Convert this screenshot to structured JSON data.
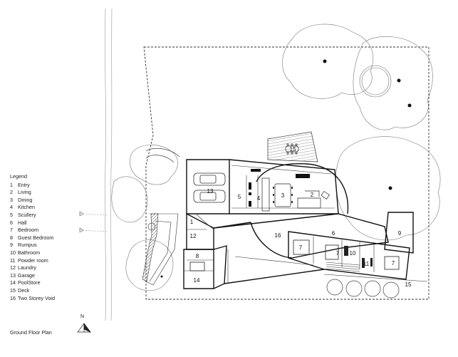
{
  "legend": {
    "title": "Legend",
    "items": [
      {
        "num": "1",
        "label": "Entry"
      },
      {
        "num": "2",
        "label": "Living"
      },
      {
        "num": "3",
        "label": "Dining"
      },
      {
        "num": "4",
        "label": "Kitchen"
      },
      {
        "num": "5",
        "label": "Scullery"
      },
      {
        "num": "6",
        "label": "Hall"
      },
      {
        "num": "7",
        "label": "Bedroom"
      },
      {
        "num": "8",
        "label": "Guest Bedroom"
      },
      {
        "num": "9",
        "label": "Rumpus"
      },
      {
        "num": "10",
        "label": "Bathroom"
      },
      {
        "num": "11",
        "label": "Powder room"
      },
      {
        "num": "12",
        "label": "Laundry"
      },
      {
        "num": "13",
        "label": "Garage"
      },
      {
        "num": "14",
        "label": "PoolStore"
      },
      {
        "num": "15",
        "label": "Deck"
      },
      {
        "num": "16",
        "label": "Two Storey Void"
      }
    ]
  },
  "plan_title": "Ground Floor Plan",
  "north_label": "N",
  "room_tags": {
    "entry": "1",
    "living": "2",
    "dining": "3",
    "kitchen": "4",
    "scullery": "5",
    "hall": "6",
    "bedroom": "7",
    "guest_bedroom": "8",
    "rumpus": "9",
    "bathroom": "10",
    "powder_room": "11",
    "laundry": "12",
    "garage": "13",
    "pool_store": "14",
    "deck": "15",
    "void": "16"
  },
  "colors": {
    "line": "#222222",
    "hatch": "#555555"
  }
}
